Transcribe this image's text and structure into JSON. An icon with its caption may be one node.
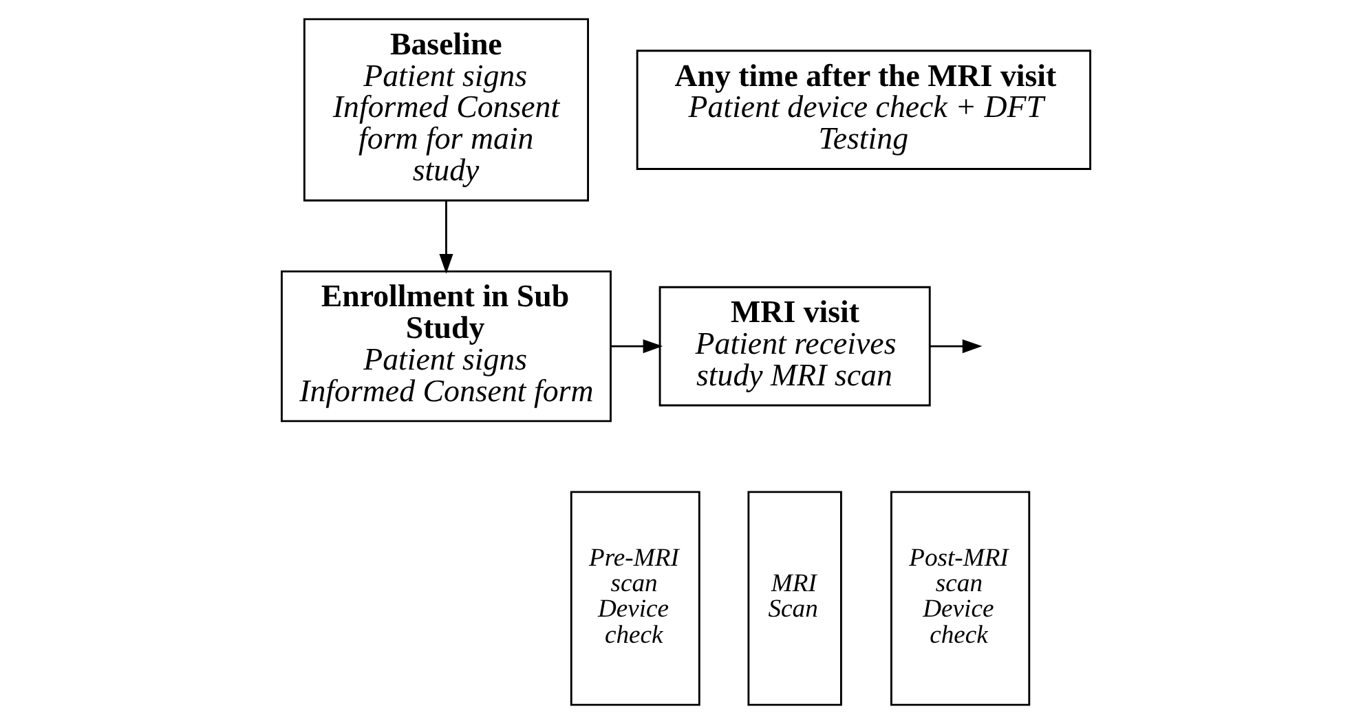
{
  "diagram": {
    "nodes": [
      {
        "text": [
          "Baseline",
          "Patient signs Informed Consent form for main study"
        ]
      },
      {
        "text": [
          "Any time after the MRI visit",
          "Patient device check + DFT Testing"
        ]
      },
      {
        "text": [
          "Enrollment in Sub Study",
          "Patient signs Informed Consent form"
        ]
      },
      {
        "text": [
          "MRI visit",
          "Patient receives study MRI scan"
        ]
      },
      {
        "text": [
          "Pre-MRI scan Device check"
        ]
      },
      {
        "text": [
          "MRI Scan"
        ]
      },
      {
        "text": [
          "Post-MRI scan Device check"
        ]
      }
    ],
    "edges": [
      {
        "from": 0,
        "to": 2,
        "arrow": "to"
      },
      {
        "from": 2,
        "to": 3,
        "arrow": "to"
      },
      {
        "from": 3,
        "to": null,
        "arrow": "to"
      }
    ]
  }
}
